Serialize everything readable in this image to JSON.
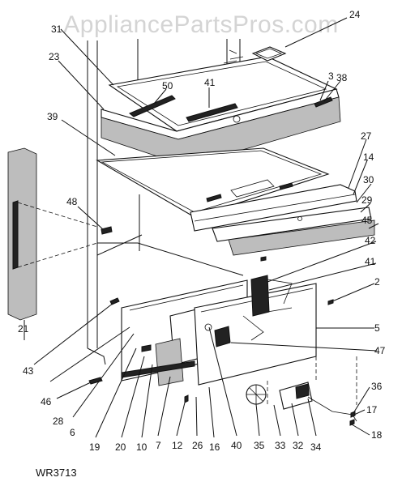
{
  "watermark": "AppliancePartsPros.com",
  "model_code": "WR3713",
  "callouts": [
    "24",
    "3",
    "31",
    "23",
    "50",
    "41",
    "38",
    "39",
    "27",
    "14",
    "30",
    "29",
    "45",
    "48",
    "42",
    "41",
    "2",
    "5",
    "47",
    "21",
    "43",
    "46",
    "28",
    "6",
    "19",
    "20",
    "10",
    "7",
    "12",
    "26",
    "16",
    "40",
    "35",
    "33",
    "32",
    "34",
    "18",
    "17",
    "36"
  ]
}
